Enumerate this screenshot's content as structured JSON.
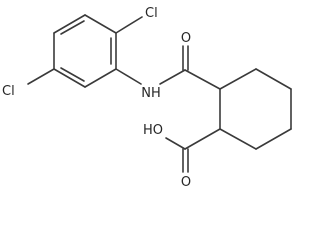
{
  "molecule": {
    "atom_labels": {
      "cl_top": "Cl",
      "cl_left": "Cl",
      "nh": "NH",
      "o_amide": "O",
      "oh": "HO",
      "o_acid": "O"
    }
  }
}
